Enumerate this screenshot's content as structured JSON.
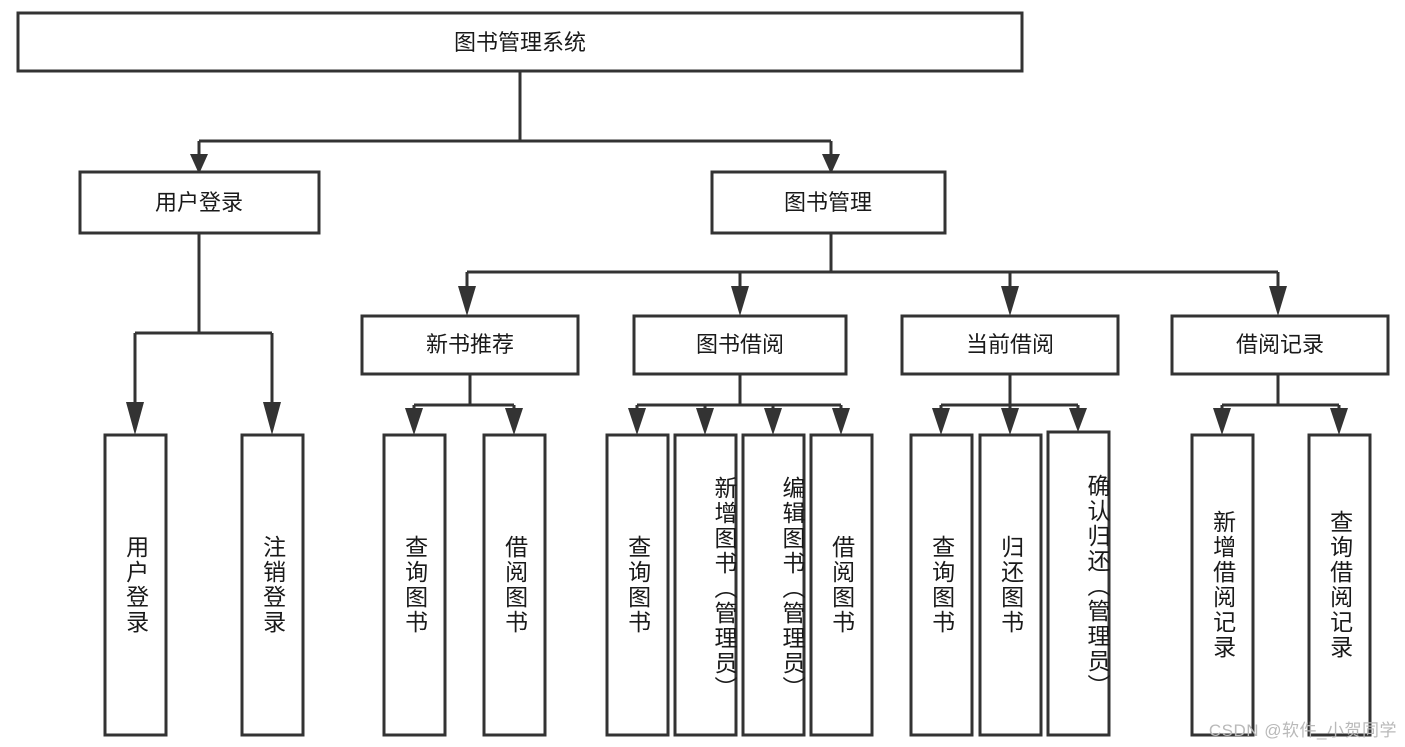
{
  "diagram": {
    "type": "tree-hierarchy",
    "title": "图书管理系统",
    "watermark": "CSDN @软件_小贺同学",
    "colors": {
      "background": "#ffffff",
      "stroke": "#333333",
      "text": "#1a1a1a",
      "watermark": "#b9b9b9"
    },
    "levels": [
      {
        "level": 1,
        "nodes": [
          {
            "id": "root",
            "label": "图书管理系统",
            "orientation": "horizontal"
          }
        ]
      },
      {
        "level": 2,
        "nodes": [
          {
            "id": "login",
            "label": "用户登录",
            "orientation": "horizontal",
            "parent": "root"
          },
          {
            "id": "bookmgmt",
            "label": "图书管理",
            "orientation": "horizontal",
            "parent": "root"
          }
        ]
      },
      {
        "level": 3,
        "nodes": [
          {
            "id": "newbook",
            "label": "新书推荐",
            "orientation": "horizontal",
            "parent": "bookmgmt"
          },
          {
            "id": "borrow",
            "label": "图书借阅",
            "orientation": "horizontal",
            "parent": "bookmgmt"
          },
          {
            "id": "current",
            "label": "当前借阅",
            "orientation": "horizontal",
            "parent": "bookmgmt"
          },
          {
            "id": "record",
            "label": "借阅记录",
            "orientation": "horizontal",
            "parent": "bookmgmt"
          }
        ]
      },
      {
        "level": 4,
        "nodes": [
          {
            "id": "leaf1",
            "label": "用户登录",
            "orientation": "vertical",
            "parent": "login"
          },
          {
            "id": "leaf2",
            "label": "注销登录",
            "orientation": "vertical",
            "parent": "login"
          },
          {
            "id": "leaf3",
            "label": "查询图书",
            "orientation": "vertical",
            "parent": "newbook"
          },
          {
            "id": "leaf4",
            "label": "借阅图书",
            "orientation": "vertical",
            "parent": "newbook"
          },
          {
            "id": "leaf5",
            "label": "查询图书",
            "orientation": "vertical",
            "parent": "borrow"
          },
          {
            "id": "leaf6",
            "label": "新增图书（管理员）",
            "orientation": "vertical",
            "parent": "borrow"
          },
          {
            "id": "leaf7",
            "label": "编辑图书（管理员）",
            "orientation": "vertical",
            "parent": "borrow"
          },
          {
            "id": "leaf8",
            "label": "借阅图书",
            "orientation": "vertical",
            "parent": "borrow"
          },
          {
            "id": "leaf9",
            "label": "查询图书",
            "orientation": "vertical",
            "parent": "current"
          },
          {
            "id": "leaf10",
            "label": "归还图书",
            "orientation": "vertical",
            "parent": "current"
          },
          {
            "id": "leaf11",
            "label": "确认归还（管理员）",
            "orientation": "vertical",
            "parent": "current"
          },
          {
            "id": "leaf12",
            "label": "新增借阅记录",
            "orientation": "vertical",
            "parent": "record"
          },
          {
            "id": "leaf13",
            "label": "查询借阅记录",
            "orientation": "vertical",
            "parent": "record"
          }
        ]
      }
    ]
  }
}
